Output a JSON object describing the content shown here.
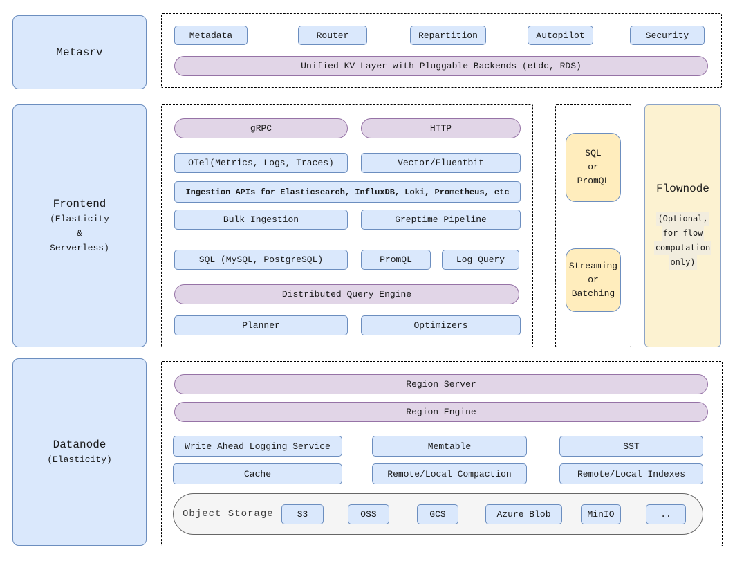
{
  "metasrv": {
    "label": "Metasrv"
  },
  "meta_layer": {
    "boxes": [
      "Metadata",
      "Router",
      "Repartition",
      "Autopilot",
      "Security"
    ],
    "kv": "Unified KV Layer with Pluggable Backends (etdc, RDS)"
  },
  "frontend": {
    "label": "Frontend",
    "sub_lines": [
      "(Elasticity",
      "&",
      "Serverless)"
    ]
  },
  "frontend_layer": {
    "grpc": "gRPC",
    "http": "HTTP",
    "otel": "OTel(Metrics, Logs, Traces)",
    "vector": "Vector/Fluentbit",
    "ingestion_apis": "Ingestion APIs for Elasticsearch, InfluxDB, Loki, Prometheus, etc",
    "bulk": "Bulk Ingestion",
    "pipeline": "Greptime Pipeline",
    "sql": "SQL (MySQL, PostgreSQL)",
    "promql": "PromQL",
    "log_query": "Log Query",
    "query_engine": "Distributed Query Engine",
    "planner": "Planner",
    "optimizers": "Optimizers"
  },
  "flow_bridge": {
    "top_lines": [
      "SQL",
      "or",
      "PromQL"
    ],
    "bottom_lines": [
      "Streaming",
      "or",
      "Batching"
    ]
  },
  "flownode": {
    "title": "Flownode",
    "sub_lines": [
      "(Optional,",
      "for flow",
      "computation",
      "only)"
    ]
  },
  "datanode": {
    "label": "Datanode",
    "sub": "(Elasticity)"
  },
  "datanode_layer": {
    "region_server": "Region Server",
    "region_engine": "Region Engine",
    "wal": "Write Ahead Logging Service",
    "memtable": "Memtable",
    "sst": "SST",
    "cache": "Cache",
    "compaction": "Remote/Local Compaction",
    "indexes": "Remote/Local Indexes",
    "object_storage_label": "Object Storage",
    "stores": [
      "S3",
      "OSS",
      "GCS",
      "Azure Blob",
      "MinIO",
      ".."
    ]
  },
  "colors": {
    "blue_fill": "#dae8fc",
    "blue_stroke": "#6c8ebf",
    "purple_fill": "#e1d5e7",
    "purple_stroke": "#9673a6",
    "yellow_fill": "#ffedbd",
    "flownode_fill": "#fcf2d1",
    "storage_bar_fill": "#f5f5f5"
  }
}
